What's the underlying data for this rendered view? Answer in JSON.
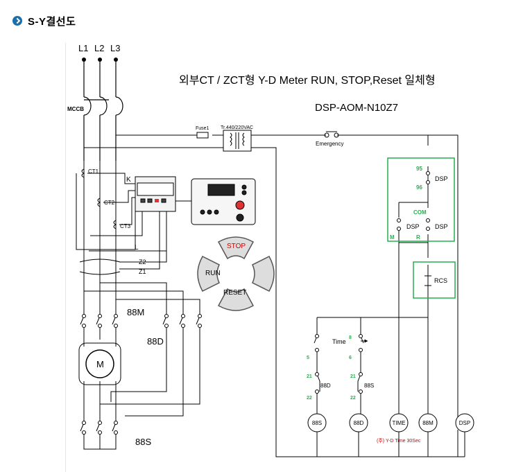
{
  "section_heading": "S-Y결선도",
  "diagram": {
    "title": "외부CT / ZCT형 Y-D Meter RUN, STOP,Reset 일체형",
    "model": "DSP-AOM-N10Z7",
    "phases": [
      "L1",
      "L2",
      "L3"
    ],
    "mccb": "MCCB",
    "fuse": "Fuse1",
    "transformer": "Tr.440/220VAC",
    "emergency": "Emergency",
    "ct_labels": [
      "CT1",
      "CT2",
      "CT3"
    ],
    "k_label": "K",
    "l_label": "L",
    "z_labels": [
      "Z2",
      "Z1"
    ],
    "contactor_88m": "88M",
    "contactor_88d": "88D",
    "contactor_88s": "88S",
    "motor": "M",
    "buttons": {
      "stop": "STOP",
      "run": "RUN",
      "reset": "RESET"
    },
    "dsp_terminals": {
      "t95": "95",
      "t96": "96",
      "com": "COM",
      "m": "M",
      "r": "R"
    },
    "dsp_label": "DSP",
    "rcs": "RCS",
    "time_label": "Time",
    "timer_terminals": {
      "t8": "8",
      "t6": "6",
      "t5": "5"
    },
    "interlock_terminals": {
      "t21": "21",
      "t22": "22"
    },
    "coils": [
      "88S",
      "88D",
      "TIME",
      "88M",
      "DSP"
    ],
    "note": "(주) Y-D Time 30Sec",
    "colors": {
      "accent": "#1e6fa8",
      "green_box": "#22b14c",
      "stop_red": "#d00000",
      "wire": "#000000"
    }
  }
}
